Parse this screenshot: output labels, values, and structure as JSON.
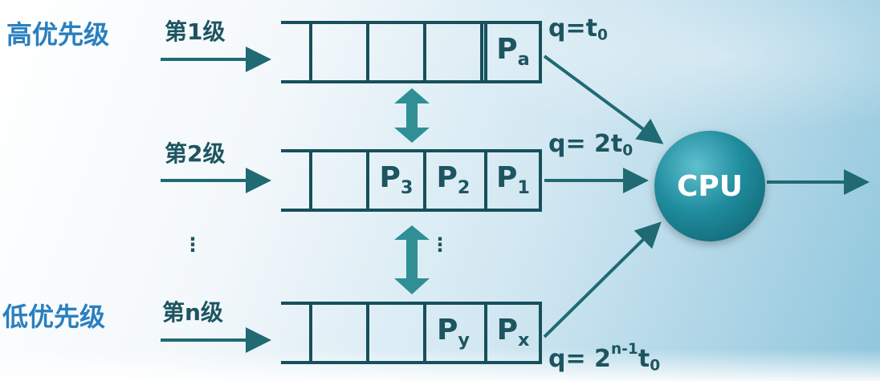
{
  "priority_labels": {
    "high": "高优先级",
    "low": "低优先级"
  },
  "levels": [
    {
      "name": "第1级",
      "quantum": {
        "prefix": "q=t",
        "sub": "0"
      },
      "cells": [
        "",
        "",
        "",
        "",
        {
          "p": "P",
          "sub": "a"
        }
      ]
    },
    {
      "name": "第2级",
      "quantum": {
        "prefix": "q= 2t",
        "sub": "0"
      },
      "cells": [
        "",
        "",
        {
          "p": "P",
          "sub": "3"
        },
        {
          "p": "P",
          "sub": "2"
        },
        {
          "p": "P",
          "sub": "1"
        }
      ]
    },
    {
      "name": "第n级",
      "quantum": {
        "prefix": "q= 2",
        "sup": "n-1",
        "mid": "t",
        "sub": "0"
      },
      "cells": [
        "",
        "",
        "",
        {
          "p": "P",
          "sub": "y"
        },
        {
          "p": "P",
          "sub": "x"
        }
      ]
    }
  ],
  "ellipsis": "⋮",
  "cpu_label": "CPU",
  "colors": {
    "priority_text": "#2a7fbf",
    "queue_line": "#16505b",
    "arrow": "#1f6a73",
    "cpu": "#1f8c9d"
  }
}
